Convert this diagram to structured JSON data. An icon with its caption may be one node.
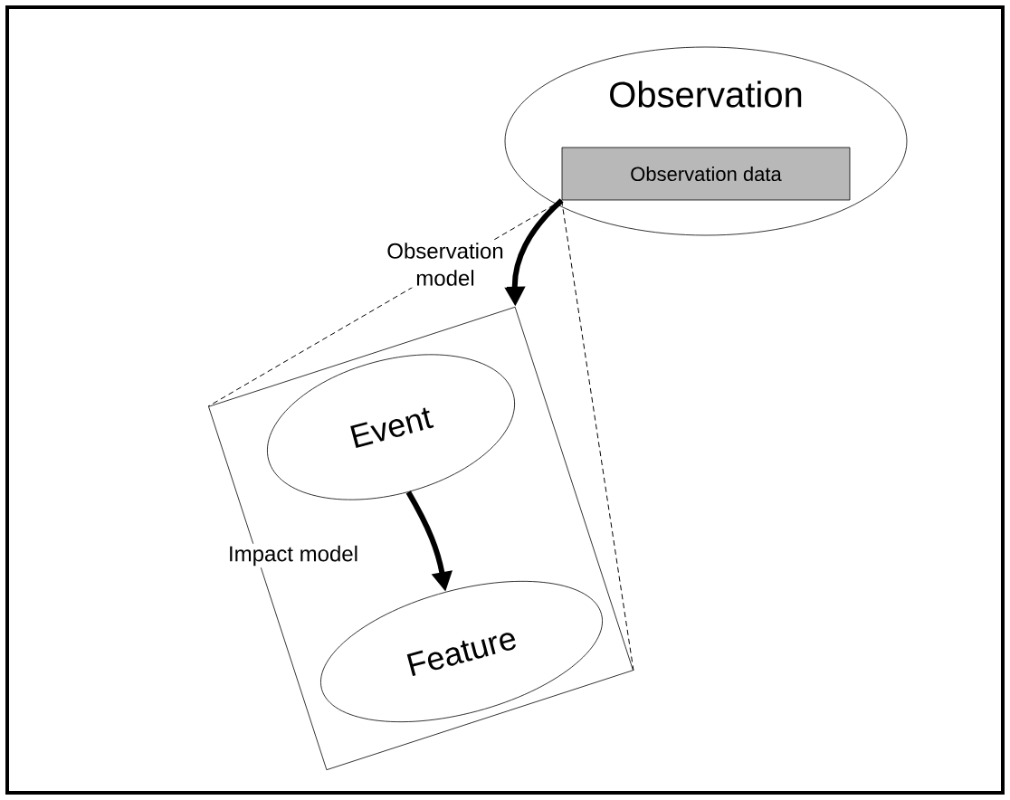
{
  "diagram": {
    "nodes": [
      {
        "text": [
          "Observation"
        ]
      },
      {
        "text": [
          "Observation data"
        ],
        "in": 0
      },
      {
        "text": [],
        "shape": "box"
      },
      {
        "text": [
          "Event"
        ],
        "in": 2
      },
      {
        "text": [
          "Feature"
        ],
        "in": 2
      }
    ],
    "edges": [
      {
        "from": 1,
        "to": 2,
        "arrow": "to",
        "label": "Observation model",
        "style": "thick"
      },
      {
        "from": 3,
        "to": 4,
        "arrow": "to",
        "label": "Impact model",
        "style": "thick"
      },
      {
        "from": 1,
        "to": 2,
        "arrow": "none",
        "style": "dashed"
      },
      {
        "from": 1,
        "to": 2,
        "arrow": "none",
        "style": "dashed"
      }
    ]
  }
}
